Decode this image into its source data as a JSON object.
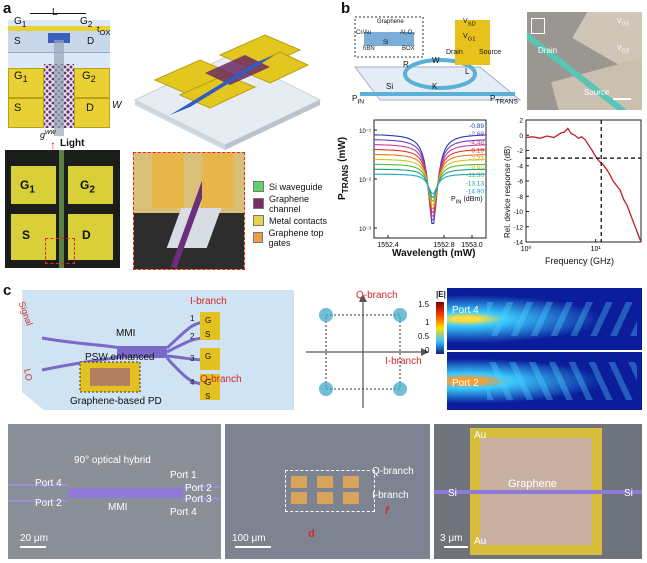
{
  "panels": {
    "a": "a",
    "b": "b",
    "c": "c"
  },
  "panel_a": {
    "dim_L": "L",
    "dim_w": "W",
    "dim_tox": "t",
    "dim_tox_sub": "OX",
    "dim_g": "g",
    "dim_g_sup": "ww",
    "light": "Light",
    "top_labels": {
      "g1": "G",
      "g1_sub": "1",
      "g2": "G",
      "g2_sub": "2",
      "s": "S",
      "d": "D"
    },
    "mid_labels": {
      "g1": "G",
      "g1_sub": "1",
      "g2": "G",
      "g2_sub": "2",
      "s": "S",
      "d": "D"
    },
    "micro_labels": {
      "g1": "G",
      "g1_sub": "1",
      "g2": "G",
      "g2_sub": "2",
      "s": "S",
      "d": "D"
    },
    "legend": [
      {
        "label": "Si waveguide",
        "color": "#5fd26a"
      },
      {
        "label": "Graphene channel",
        "color": "#7b2b6a"
      },
      {
        "label": "Metal contacts",
        "color": "#e6d34e"
      },
      {
        "label": "Graphene top gates",
        "color": "#f09b45"
      }
    ]
  },
  "panel_b": {
    "schematic": {
      "graphene": "Graphene",
      "crau": "Cr/Au",
      "al2o3": "Al₂O₃",
      "hbn": "hBN",
      "si": "Si",
      "box": "BOX",
      "vsd": "V",
      "vsd_sub": "SD",
      "vg1": "V",
      "vg1_sub": "G1",
      "drain": "Drain",
      "source": "Source",
      "R": "R",
      "W": "W",
      "L": "L",
      "K": "K",
      "si2": "Si",
      "pin": "P",
      "pin_sub": "IN",
      "ptrans": "P",
      "ptrans_sub": "TRANS"
    },
    "photo": {
      "drain": "Drain",
      "source": "Source",
      "vg1": "V",
      "vg1_sub": "G1",
      "vg2": "V",
      "vg2_sub": "G2"
    },
    "chart_data": [
      {
        "type": "line",
        "xlabel": "Wavelength (mW)",
        "ylabel": "P",
        "ylabel_sub": "TRANS",
        "ylabel_unit": "(mW)",
        "x_ticks": [
          "1552.4",
          "1552.8",
          "1553.0"
        ],
        "y_ticks": [
          "10⁻¹",
          "10⁻²",
          "10⁻³"
        ],
        "legend_title": "P",
        "legend_title_sub": "IN",
        "legend_title_unit": "(dBm)",
        "series": [
          {
            "name": "-0.89",
            "color": "#1c3fb0"
          },
          {
            "name": "-2.69",
            "color": "#7a3fc0"
          },
          {
            "name": "-4.48",
            "color": "#c03c9a"
          },
          {
            "name": "-6.19",
            "color": "#e0362e"
          },
          {
            "name": "-7.77",
            "color": "#e07b1c"
          },
          {
            "name": "-9.60",
            "color": "#d8c21a"
          },
          {
            "name": "-11.36",
            "color": "#5cb83a"
          },
          {
            "name": "-13.13",
            "color": "#17a57a"
          },
          {
            "name": "-14.90",
            "color": "#1aa7c9"
          }
        ],
        "resonance_x": 1552.72,
        "x_range": [
          1552.3,
          1553.1
        ]
      },
      {
        "type": "line",
        "xlabel": "Frequency (GHz)",
        "ylabel": "Rel. device response (dB)",
        "x_ticks": [
          "10⁰",
          "10¹",
          "10²"
        ],
        "y_ticks": [
          "2",
          "0",
          "-2",
          "-4",
          "-6",
          "-8",
          "-10",
          "-12",
          "-14"
        ],
        "ylim": [
          -14,
          2
        ],
        "xlim_log": [
          0,
          1.65
        ],
        "cutoff_db": -3,
        "cutoff_ghz": 12,
        "series": [
          {
            "name": "",
            "color": "#c01f1f",
            "x_log": [
              0.0,
              0.1,
              0.2,
              0.3,
              0.4,
              0.5,
              0.55,
              0.6,
              0.65,
              0.7,
              0.75,
              0.8,
              0.85,
              0.9,
              0.95,
              1.0,
              1.05,
              1.1,
              1.15,
              1.2,
              1.25,
              1.3,
              1.35,
              1.4,
              1.45,
              1.5,
              1.55,
              1.6,
              1.65
            ],
            "y": [
              -0.3,
              -0.2,
              -0.4,
              -0.1,
              -0.3,
              0.3,
              0.4,
              0.9,
              0.2,
              0.0,
              -0.4,
              -0.2,
              -0.6,
              -1.3,
              -2.0,
              -2.8,
              -3.4,
              -3.8,
              -4.4,
              -5.1,
              -6.0,
              -6.6,
              -7.2,
              -8.4,
              -9.2,
              -10.4,
              -11.6,
              -12.8,
              -14.0
            ]
          }
        ]
      }
    ]
  },
  "panel_c": {
    "signal": "Signal",
    "lo": "LO",
    "mmi": "MMI",
    "i_branch": "I-branch",
    "q_branch": "Q-branch",
    "psw": "PSW enhanced",
    "gpd": "Graphene-based PD",
    "circles": [
      "1",
      "2",
      "3",
      "4"
    ],
    "gs": {
      "g": "G",
      "s": "S"
    },
    "const_q": "Q-branch",
    "const_i": "I-branch",
    "colorbar": {
      "label": "|E|",
      "max": "1.5",
      "mid": "1",
      "low": "0.5",
      "min": "0"
    },
    "field_port_top": "Port 4",
    "field_port_bottom": "Port 2",
    "micro1": {
      "title": "90° optical hybrid",
      "port4": "Port 4",
      "port2": "Port 2",
      "mmi": "MMI",
      "port1": "Port 1",
      "port2r": "Port 2",
      "port3": "Port 3",
      "port4r": "Port 4",
      "scale": "20 μm"
    },
    "micro2": {
      "q": "Q-branch",
      "i": "I-branch",
      "scale": "100 μm",
      "d": "d",
      "f": "f"
    },
    "micro3": {
      "au_top": "Au",
      "au_bottom": "Au",
      "graphene": "Graphene",
      "si_left": "Si",
      "si_right": "Si",
      "scale": "3 μm"
    }
  }
}
